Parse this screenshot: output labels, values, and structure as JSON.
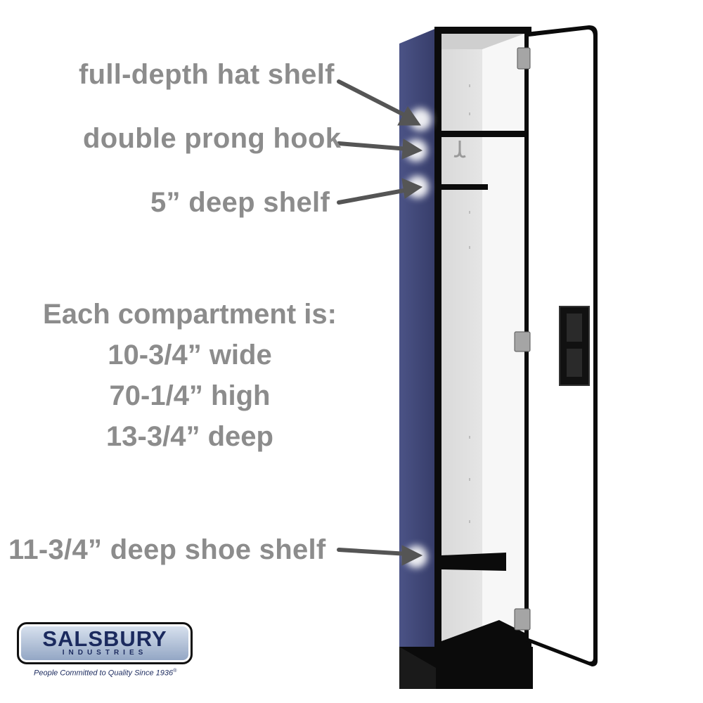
{
  "callouts": {
    "hat_shelf": "full-depth hat shelf",
    "hook": "double prong hook",
    "deep_shelf": "5” deep shelf",
    "shoe_shelf": "11-3/4” deep shoe shelf"
  },
  "dimensions": {
    "heading": "Each compartment is:",
    "width": "10-3/4” wide",
    "height": "70-1/4” high",
    "depth": "13-3/4” deep"
  },
  "logo": {
    "name": "SALSBURY",
    "sub": "INDUSTRIES",
    "tagline": "People Committed to Quality Since 1936",
    "mark": "®"
  },
  "colors": {
    "label_gray": "#8c8c8c",
    "locker_body": "#3f4677",
    "locker_trim": "#0b0b0b",
    "interior": "#e6e6e6",
    "brand_navy": "#1b2a5e"
  }
}
